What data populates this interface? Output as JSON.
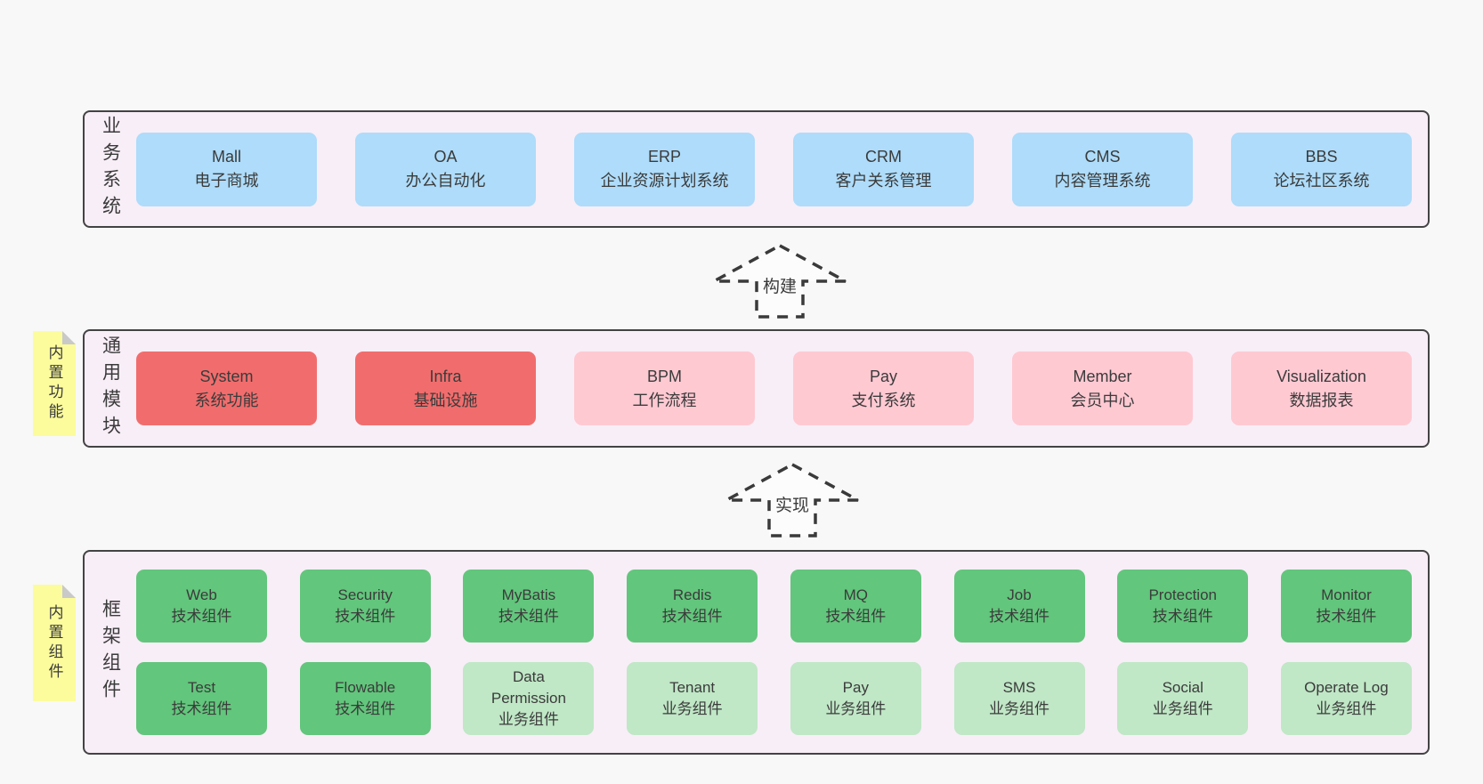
{
  "diagram": {
    "layers": [
      {
        "label": "业务系统",
        "note": "",
        "rows": [
          [
            {
              "name": "Mall",
              "desc": "电子商城",
              "type": "blue"
            },
            {
              "name": "OA",
              "desc": "办公自动化",
              "type": "blue"
            },
            {
              "name": "ERP",
              "desc": "企业资源计划系统",
              "type": "blue"
            },
            {
              "name": "CRM",
              "desc": "客户关系管理",
              "type": "blue"
            },
            {
              "name": "CMS",
              "desc": "内容管理系统",
              "type": "blue"
            },
            {
              "name": "BBS",
              "desc": "论坛社区系统",
              "type": "blue"
            }
          ]
        ]
      },
      {
        "label": "通用模块",
        "note": "内置功能",
        "rows": [
          [
            {
              "name": "System",
              "desc": "系统功能",
              "type": "red"
            },
            {
              "name": "Infra",
              "desc": "基础设施",
              "type": "red"
            },
            {
              "name": "BPM",
              "desc": "工作流程",
              "type": "pink"
            },
            {
              "name": "Pay",
              "desc": "支付系统",
              "type": "pink"
            },
            {
              "name": "Member",
              "desc": "会员中心",
              "type": "pink"
            },
            {
              "name": "Visualization",
              "desc": "数据报表",
              "type": "pink"
            }
          ]
        ]
      },
      {
        "label": "框架组件",
        "note": "内置组件",
        "rows": [
          [
            {
              "name": "Web",
              "desc": "技术组件",
              "type": "green"
            },
            {
              "name": "Security",
              "desc": "技术组件",
              "type": "green"
            },
            {
              "name": "MyBatis",
              "desc": "技术组件",
              "type": "green"
            },
            {
              "name": "Redis",
              "desc": "技术组件",
              "type": "green"
            },
            {
              "name": "MQ",
              "desc": "技术组件",
              "type": "green"
            },
            {
              "name": "Job",
              "desc": "技术组件",
              "type": "green"
            },
            {
              "name": "Protection",
              "desc": "技术组件",
              "type": "green"
            },
            {
              "name": "Monitor",
              "desc": "技术组件",
              "type": "green"
            }
          ],
          [
            {
              "name": "Test",
              "desc": "技术组件",
              "type": "green"
            },
            {
              "name": "Flowable",
              "desc": "技术组件",
              "type": "green"
            },
            {
              "name": "Data Permission",
              "desc": "业务组件",
              "type": "lightgreen"
            },
            {
              "name": "Tenant",
              "desc": "业务组件",
              "type": "lightgreen"
            },
            {
              "name": "Pay",
              "desc": "业务组件",
              "type": "lightgreen"
            },
            {
              "name": "SMS",
              "desc": "业务组件",
              "type": "lightgreen"
            },
            {
              "name": "Social",
              "desc": "业务组件",
              "type": "lightgreen"
            },
            {
              "name": "Operate Log",
              "desc": "业务组件",
              "type": "lightgreen"
            }
          ]
        ]
      }
    ],
    "arrows": [
      {
        "label": "构建"
      },
      {
        "label": "实现"
      }
    ]
  },
  "colors": {
    "page_bg": "#f8f8f8",
    "layer_bg": "#f8eef7",
    "layer_border": "#434343",
    "card_blue": "#aedcfa",
    "card_red": "#f16d6d",
    "card_pink": "#ffc9d2",
    "card_green": "#62c67c",
    "card_green_light": "#c0e7c6",
    "note_yellow": "#fcfc9d",
    "text": "#3b3b3b"
  }
}
